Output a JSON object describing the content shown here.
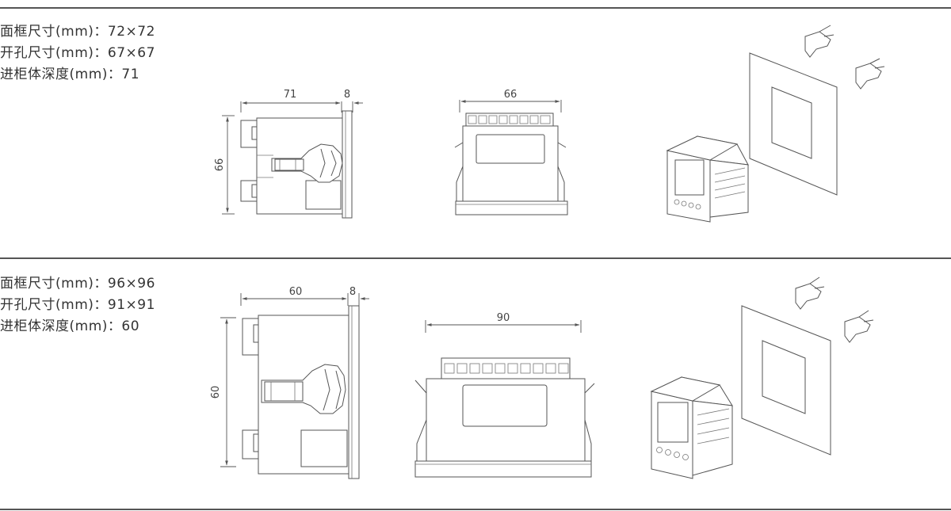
{
  "sections": [
    {
      "specs": [
        "面框尺寸(mm)：72×72",
        "开孔尺寸(mm)：67×67",
        "进柜体深度(mm)：71"
      ],
      "dims": {
        "depth": "71",
        "bezel": "8",
        "height": "66",
        "width": "66"
      }
    },
    {
      "specs": [
        "面框尺寸(mm)：96×96",
        "开孔尺寸(mm)：91×91",
        "进柜体深度(mm)：60"
      ],
      "dims": {
        "depth": "60",
        "bezel": "8",
        "height": "60",
        "width": "90"
      }
    }
  ],
  "colors": {
    "line": "#555555",
    "rule": "#555555",
    "text": "#333333"
  }
}
